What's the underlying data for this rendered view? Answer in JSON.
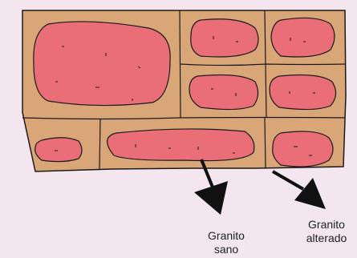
{
  "labels": {
    "sano_line1": "Granito",
    "sano_line2": "sano",
    "alterado_line1": "Granito",
    "alterado_line2": "alterado"
  },
  "colors": {
    "background": "#f3e6ef",
    "block_fill": "#d9a677",
    "core_fill": "#ea6e78",
    "outline": "#1a1a1a"
  }
}
